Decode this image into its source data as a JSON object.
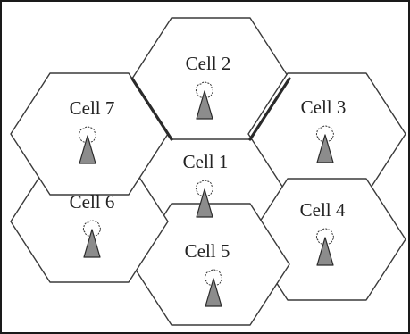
{
  "colors": {
    "border": "#1a1a1a",
    "hex_stroke": "#3a3a3a",
    "hex_fill": "#ffffff",
    "tower_fill": "#8c8c8c",
    "tower_stroke": "#2a2a2a",
    "cloud_fill": "#ffffff",
    "cloud_stroke": "#333333",
    "label": "#222222"
  },
  "cells": [
    {
      "id": "cell-1",
      "label": "Cell 1",
      "icon": "antenna-tower-icon"
    },
    {
      "id": "cell-2",
      "label": "Cell 2",
      "icon": "antenna-tower-icon"
    },
    {
      "id": "cell-3",
      "label": "Cell 3",
      "icon": "antenna-tower-icon"
    },
    {
      "id": "cell-4",
      "label": "Cell 4",
      "icon": "antenna-tower-icon"
    },
    {
      "id": "cell-5",
      "label": "Cell 5",
      "icon": "antenna-tower-icon"
    },
    {
      "id": "cell-6",
      "label": "Cell 6",
      "icon": "antenna-tower-icon"
    },
    {
      "id": "cell-7",
      "label": "Cell 7",
      "icon": "antenna-tower-icon"
    }
  ]
}
